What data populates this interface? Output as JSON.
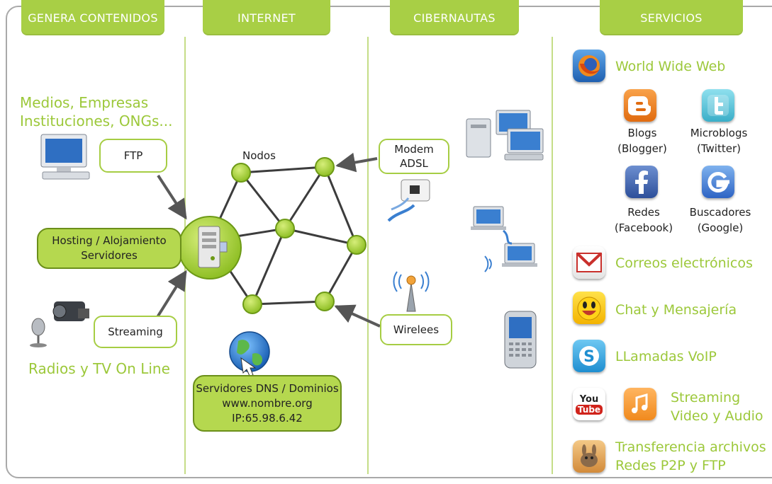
{
  "headers": {
    "genera": "GENERA CONTENIDOS",
    "internet": "INTERNET",
    "cibernautas": "CIBERNAUTAS",
    "servicios": "SERVICIOS"
  },
  "left": {
    "title_line1": "Medios, Empresas",
    "title_line2": "Instituciones, ONGs...",
    "ftp": "FTP",
    "hosting_line1": "Hosting / Alojamiento",
    "hosting_line2": "Servidores",
    "streaming": "Streaming",
    "radios": "Radios y TV On Line"
  },
  "internet": {
    "nodos": "Nodos",
    "dns_line1": "Servidores DNS / Dominios",
    "dns_line2": "www.nombre.org",
    "dns_line3": "IP:65.98.6.42"
  },
  "cibernautas": {
    "modem_line1": "Modem",
    "modem_line2": "ADSL",
    "wireless": "Wirelees"
  },
  "servicios": {
    "www": "World Wide Web",
    "blogs_line1": "Blogs",
    "blogs_line2": "(Blogger)",
    "microblogs_line1": "Microblogs",
    "microblogs_line2": "(Twitter)",
    "redes_line1": "Redes",
    "redes_line2": "(Facebook)",
    "buscadores_line1": "Buscadores",
    "buscadores_line2": "(Google)",
    "correos": "Correos electrónicos",
    "chat": "Chat y Mensajería",
    "voip": "LLamadas VoIP",
    "streaming_line1": "Streaming",
    "streaming_line2": "Video y Audio",
    "p2p_line1": "Transferencia archivos",
    "p2p_line2": "Redes P2P y FTP",
    "youtube_you": "You",
    "youtube_tube": "Tube"
  },
  "colors": {
    "accent_green": "#a8cf45",
    "text_green": "#9cc83a",
    "node_green": "#a8d13a"
  }
}
